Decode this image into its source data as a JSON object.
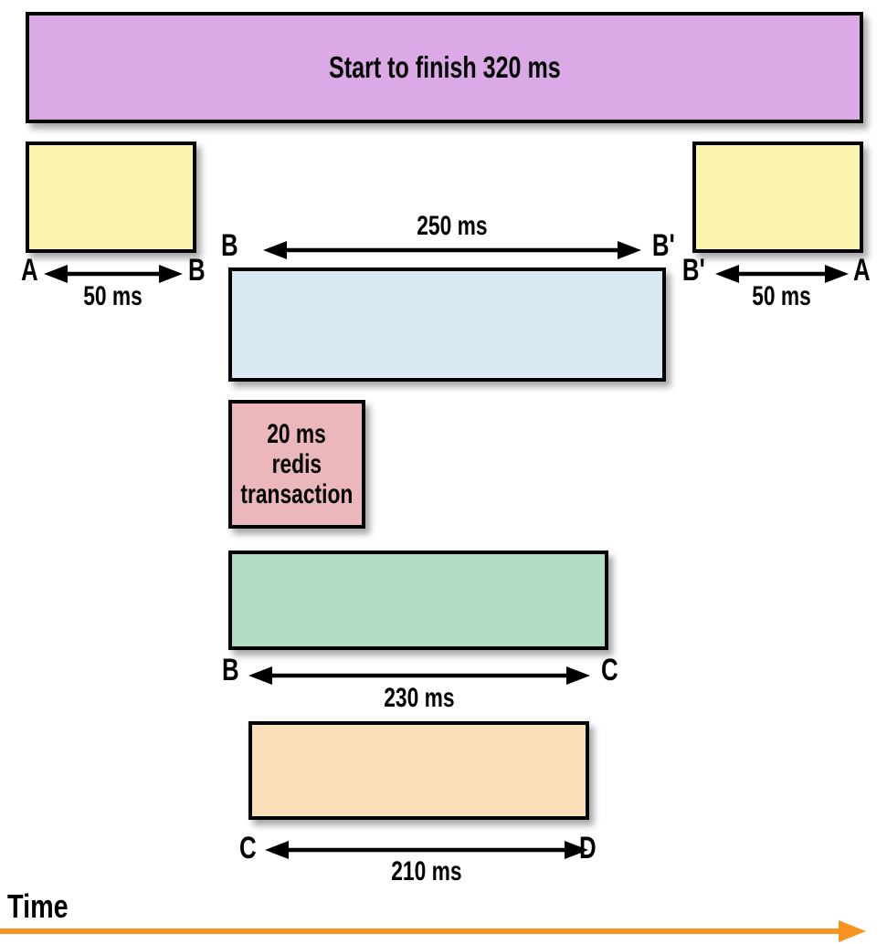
{
  "title_box": {
    "label": "Start to finish 320 ms"
  },
  "redis_box": {
    "lines": [
      "20 ms",
      "redis",
      "transaction"
    ]
  },
  "measurements": {
    "ab": {
      "start": "A",
      "end": "B",
      "duration": "50 ms"
    },
    "bbprime": {
      "start": "B",
      "end": "B'",
      "duration": "250 ms"
    },
    "bprimea": {
      "start": "B'",
      "end": "A",
      "duration": "50 ms"
    },
    "bc": {
      "start": "B",
      "end": "C",
      "duration": "230 ms"
    },
    "cd": {
      "start": "C",
      "end": "D",
      "duration": "210 ms"
    }
  },
  "time_axis": {
    "label": "Time"
  },
  "colors": {
    "total_box": "#dca9e7",
    "network_boxes": "#fcf4ae",
    "server_box": "#d8e9f3",
    "redis_box": "#ebb7bb",
    "green_box": "#afdcc2",
    "orange_box": "#fbdfba",
    "box_border": "#000000",
    "measure_arrows": "#000000",
    "time_arrow": "#f7931e"
  }
}
